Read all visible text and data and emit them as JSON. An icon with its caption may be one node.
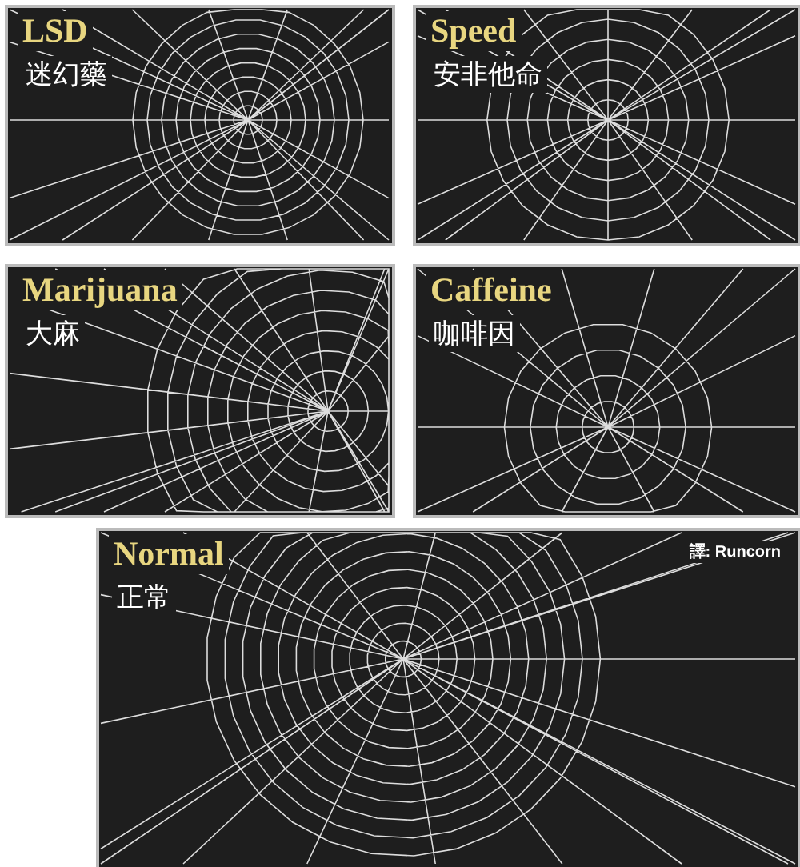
{
  "diagram": {
    "nodes": [
      {
        "text": [
          "LSD",
          "迷幻藥"
        ]
      },
      {
        "text": [
          "Speed",
          "安非他命"
        ]
      },
      {
        "text": [
          "Marijuana",
          "大麻"
        ]
      },
      {
        "text": [
          "Caffeine",
          "咖啡因"
        ]
      },
      {
        "text": [
          "Normal",
          "正常"
        ]
      }
    ],
    "labels": [
      "譯: Runcorn"
    ]
  }
}
